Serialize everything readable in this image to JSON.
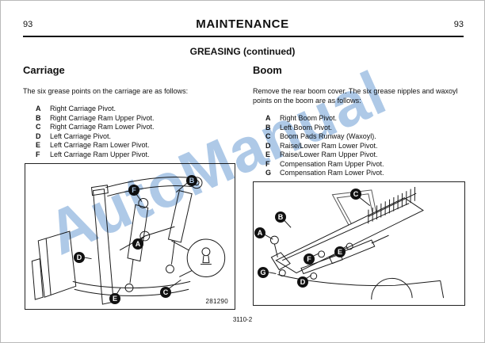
{
  "page": {
    "page_number_left": "93",
    "page_number_right": "93",
    "header_title": "MAINTENANCE",
    "section_title": "GREASING (continued)",
    "footer_code": "3110-2",
    "watermark": "AutoManual"
  },
  "carriage": {
    "heading": "Carriage",
    "intro": "The six grease points on the carriage are as follows:",
    "items": [
      {
        "key": "A",
        "label": "Right Carriage Pivot."
      },
      {
        "key": "B",
        "label": "Right Carriage Ram Upper Pivot."
      },
      {
        "key": "C",
        "label": "Right Carriage Ram Lower Pivot."
      },
      {
        "key": "D",
        "label": "Left Carriage Pivot."
      },
      {
        "key": "E",
        "label": "Left Carriage Ram Lower Pivot."
      },
      {
        "key": "F",
        "label": "Left Carriage Ram Upper Pivot."
      }
    ],
    "figure_number": "281290",
    "callouts": [
      {
        "label": "B"
      },
      {
        "label": "F"
      },
      {
        "label": "A"
      },
      {
        "label": "D"
      },
      {
        "label": "E"
      },
      {
        "label": "C"
      }
    ]
  },
  "boom": {
    "heading": "Boom",
    "intro": "Remove the rear boom cover. The six grease nipples and waxoyl points on the boom are as follows:",
    "items": [
      {
        "key": "A",
        "label": "Right Boom Pivot."
      },
      {
        "key": "B",
        "label": "Left Boom Pivot."
      },
      {
        "key": "C",
        "label": "Boom Pads Runway (Waxoyl)."
      },
      {
        "key": "D",
        "label": "Raise/Lower Ram Lower Pivot."
      },
      {
        "key": "E",
        "label": "Raise/Lower Ram Upper Pivot."
      },
      {
        "key": "F",
        "label": "Compensation Ram Upper Pivot."
      },
      {
        "key": "G",
        "label": "Compensation Ram Lower Pivot."
      }
    ],
    "callouts": [
      {
        "label": "C"
      },
      {
        "label": "B"
      },
      {
        "label": "A"
      },
      {
        "label": "E"
      },
      {
        "label": "F"
      },
      {
        "label": "G"
      },
      {
        "label": "D"
      }
    ]
  },
  "colors": {
    "watermark_blue": "#74a2d6",
    "ink": "#111111"
  }
}
